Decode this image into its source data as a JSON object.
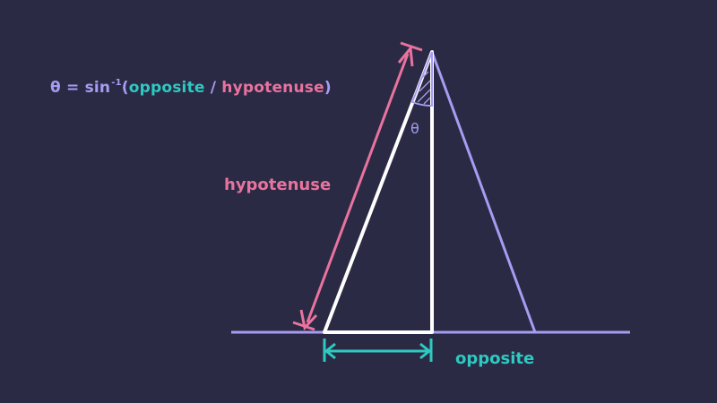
{
  "formula": {
    "theta": "θ",
    "equals": " = sin",
    "superscript": "-1",
    "open_paren": "(",
    "opposite": "opposite",
    "slash": " / ",
    "hypotenuse": "hypotenuse",
    "close_paren": ")"
  },
  "labels": {
    "hypotenuse": "hypotenuse",
    "opposite": "opposite",
    "angle": "θ"
  },
  "colors": {
    "background": "#2a2a44",
    "purple": "#a79cf2",
    "pink": "#e8739e",
    "teal": "#2ec9c0",
    "white": "#ffffff"
  }
}
